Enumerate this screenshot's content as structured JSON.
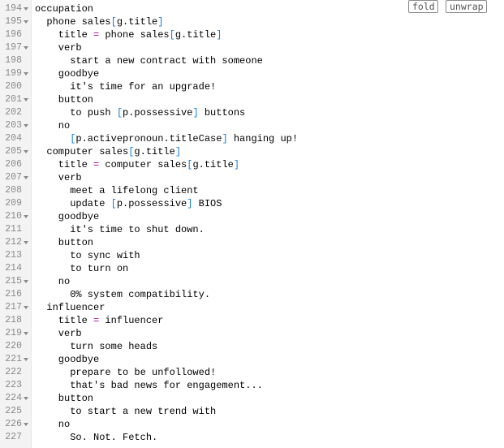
{
  "toolbar": {
    "fold_label": "fold",
    "unwrap_label": "unwrap"
  },
  "colors": {
    "bracket": "#1a7fd6",
    "operator": "#b3009f",
    "gutter_bg": "#f3f3f3",
    "line_number": "#8a8a8a"
  },
  "lines": [
    {
      "num": "194",
      "fold": true,
      "indent": 0,
      "segs": [
        {
          "t": "occupation"
        }
      ]
    },
    {
      "num": "195",
      "fold": true,
      "indent": 1,
      "segs": [
        {
          "t": "phone sales"
        },
        {
          "t": "[",
          "c": "br"
        },
        {
          "t": "g.title"
        },
        {
          "t": "]",
          "c": "br"
        }
      ]
    },
    {
      "num": "196",
      "fold": false,
      "indent": 2,
      "segs": [
        {
          "t": "title "
        },
        {
          "t": "=",
          "c": "op"
        },
        {
          "t": " phone sales"
        },
        {
          "t": "[",
          "c": "br"
        },
        {
          "t": "g.title"
        },
        {
          "t": "]",
          "c": "br"
        }
      ]
    },
    {
      "num": "197",
      "fold": true,
      "indent": 2,
      "segs": [
        {
          "t": "verb"
        }
      ]
    },
    {
      "num": "198",
      "fold": false,
      "indent": 3,
      "segs": [
        {
          "t": "start a new contract with someone"
        }
      ]
    },
    {
      "num": "199",
      "fold": true,
      "indent": 2,
      "segs": [
        {
          "t": "goodbye"
        }
      ]
    },
    {
      "num": "200",
      "fold": false,
      "indent": 3,
      "segs": [
        {
          "t": "it's time for an upgrade!"
        }
      ]
    },
    {
      "num": "201",
      "fold": true,
      "indent": 2,
      "segs": [
        {
          "t": "button"
        }
      ]
    },
    {
      "num": "202",
      "fold": false,
      "indent": 3,
      "segs": [
        {
          "t": "to push "
        },
        {
          "t": "[",
          "c": "br"
        },
        {
          "t": "p.possessive"
        },
        {
          "t": "]",
          "c": "br"
        },
        {
          "t": " buttons"
        }
      ]
    },
    {
      "num": "203",
      "fold": true,
      "indent": 2,
      "segs": [
        {
          "t": "no"
        }
      ]
    },
    {
      "num": "204",
      "fold": false,
      "indent": 3,
      "segs": [
        {
          "t": "[",
          "c": "br"
        },
        {
          "t": "p.activepronoun.titleCase"
        },
        {
          "t": "]",
          "c": "br"
        },
        {
          "t": " hanging up!"
        }
      ]
    },
    {
      "num": "205",
      "fold": true,
      "indent": 1,
      "segs": [
        {
          "t": "computer sales"
        },
        {
          "t": "[",
          "c": "br"
        },
        {
          "t": "g.title"
        },
        {
          "t": "]",
          "c": "br"
        }
      ]
    },
    {
      "num": "206",
      "fold": false,
      "indent": 2,
      "segs": [
        {
          "t": "title "
        },
        {
          "t": "=",
          "c": "op"
        },
        {
          "t": " computer sales"
        },
        {
          "t": "[",
          "c": "br"
        },
        {
          "t": "g.title"
        },
        {
          "t": "]",
          "c": "br"
        }
      ]
    },
    {
      "num": "207",
      "fold": true,
      "indent": 2,
      "segs": [
        {
          "t": "verb"
        }
      ]
    },
    {
      "num": "208",
      "fold": false,
      "indent": 3,
      "segs": [
        {
          "t": "meet a lifelong client"
        }
      ]
    },
    {
      "num": "209",
      "fold": false,
      "indent": 3,
      "segs": [
        {
          "t": "update "
        },
        {
          "t": "[",
          "c": "br"
        },
        {
          "t": "p.possessive"
        },
        {
          "t": "]",
          "c": "br"
        },
        {
          "t": " BIOS"
        }
      ]
    },
    {
      "num": "210",
      "fold": true,
      "indent": 2,
      "segs": [
        {
          "t": "goodbye"
        }
      ]
    },
    {
      "num": "211",
      "fold": false,
      "indent": 3,
      "segs": [
        {
          "t": "it's time to shut down."
        }
      ]
    },
    {
      "num": "212",
      "fold": true,
      "indent": 2,
      "segs": [
        {
          "t": "button"
        }
      ]
    },
    {
      "num": "213",
      "fold": false,
      "indent": 3,
      "segs": [
        {
          "t": "to sync with"
        }
      ]
    },
    {
      "num": "214",
      "fold": false,
      "indent": 3,
      "segs": [
        {
          "t": "to turn on"
        }
      ]
    },
    {
      "num": "215",
      "fold": true,
      "indent": 2,
      "segs": [
        {
          "t": "no"
        }
      ]
    },
    {
      "num": "216",
      "fold": false,
      "indent": 3,
      "segs": [
        {
          "t": "0% system compatibility."
        }
      ]
    },
    {
      "num": "217",
      "fold": true,
      "indent": 1,
      "segs": [
        {
          "t": "influencer"
        }
      ]
    },
    {
      "num": "218",
      "fold": false,
      "indent": 2,
      "segs": [
        {
          "t": "title "
        },
        {
          "t": "=",
          "c": "op"
        },
        {
          "t": " influencer"
        }
      ]
    },
    {
      "num": "219",
      "fold": true,
      "indent": 2,
      "segs": [
        {
          "t": "verb"
        }
      ]
    },
    {
      "num": "220",
      "fold": false,
      "indent": 3,
      "segs": [
        {
          "t": "turn some heads"
        }
      ]
    },
    {
      "num": "221",
      "fold": true,
      "indent": 2,
      "segs": [
        {
          "t": "goodbye"
        }
      ]
    },
    {
      "num": "222",
      "fold": false,
      "indent": 3,
      "segs": [
        {
          "t": "prepare to be unfollowed!"
        }
      ]
    },
    {
      "num": "223",
      "fold": false,
      "indent": 3,
      "segs": [
        {
          "t": "that's bad news for engagement..."
        }
      ]
    },
    {
      "num": "224",
      "fold": true,
      "indent": 2,
      "segs": [
        {
          "t": "button"
        }
      ]
    },
    {
      "num": "225",
      "fold": false,
      "indent": 3,
      "segs": [
        {
          "t": "to start a new trend with"
        }
      ]
    },
    {
      "num": "226",
      "fold": true,
      "indent": 2,
      "segs": [
        {
          "t": "no"
        }
      ]
    },
    {
      "num": "227",
      "fold": false,
      "indent": 3,
      "segs": [
        {
          "t": "So. Not. Fetch."
        }
      ]
    }
  ]
}
